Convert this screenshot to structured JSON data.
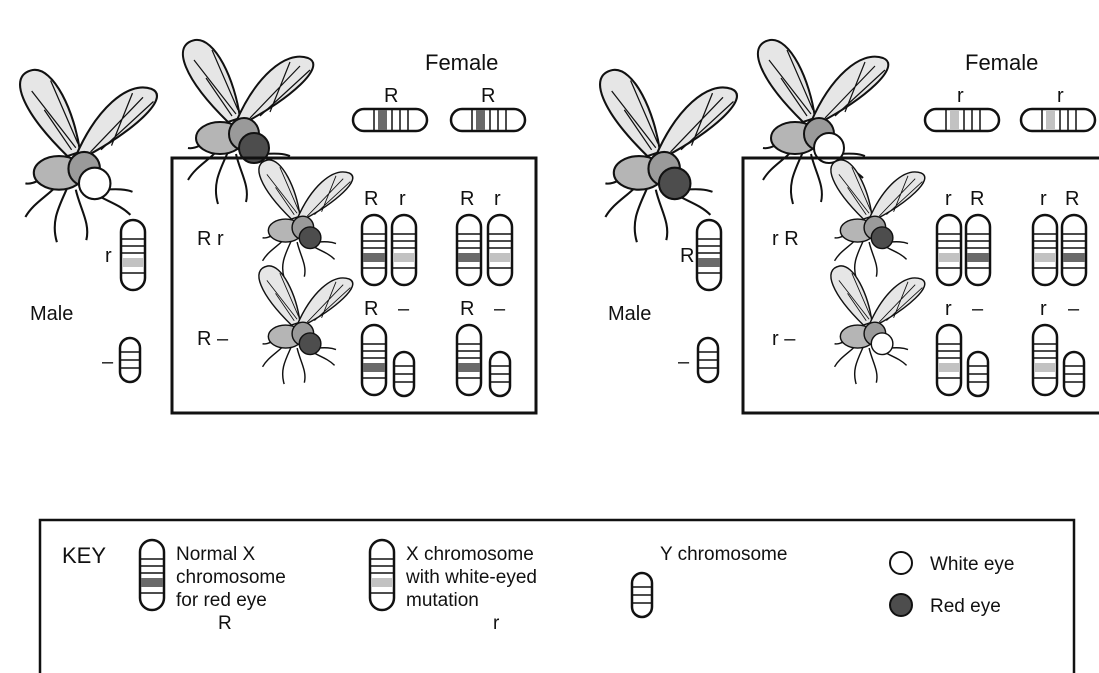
{
  "left_cross": {
    "female": {
      "label": "Female",
      "alleles": [
        "R",
        "R"
      ]
    },
    "male": {
      "label": "Male",
      "x_allele": "r",
      "y_label": "–"
    },
    "offspring": [
      {
        "genotype": "R r",
        "chrom_labels": [
          "R",
          "r",
          "R",
          "r"
        ]
      },
      {
        "genotype": "R –",
        "chrom_labels": [
          "R",
          "–",
          "R",
          "–"
        ]
      }
    ]
  },
  "right_cross": {
    "female": {
      "label": "Female",
      "alleles": [
        "r",
        "r"
      ]
    },
    "male": {
      "label": "Male",
      "x_allele": "R",
      "y_label": "–"
    },
    "offspring": [
      {
        "genotype": "r R",
        "chrom_labels": [
          "r",
          "R",
          "r",
          "R"
        ]
      },
      {
        "genotype": "r –",
        "chrom_labels": [
          "r",
          "–",
          "r",
          "–"
        ]
      }
    ]
  },
  "key": {
    "title": "KEY",
    "items": [
      {
        "line1": "Normal X",
        "line2": "chromosome",
        "line3": "for red eye",
        "symbol": "R"
      },
      {
        "line1": "X chromosome",
        "line2": "with white-eyed",
        "line3": "mutation",
        "symbol": "r"
      },
      {
        "line1": "Y chromosome"
      },
      {
        "line1": "White eye"
      },
      {
        "line1": "Red eye"
      }
    ]
  },
  "colors": {
    "red_band": "#6a6a6a",
    "white_band": "#c2c2c2",
    "red_eye": "#4d4d4d",
    "white_eye": "#ffffff",
    "body": "#9a9a9a"
  }
}
